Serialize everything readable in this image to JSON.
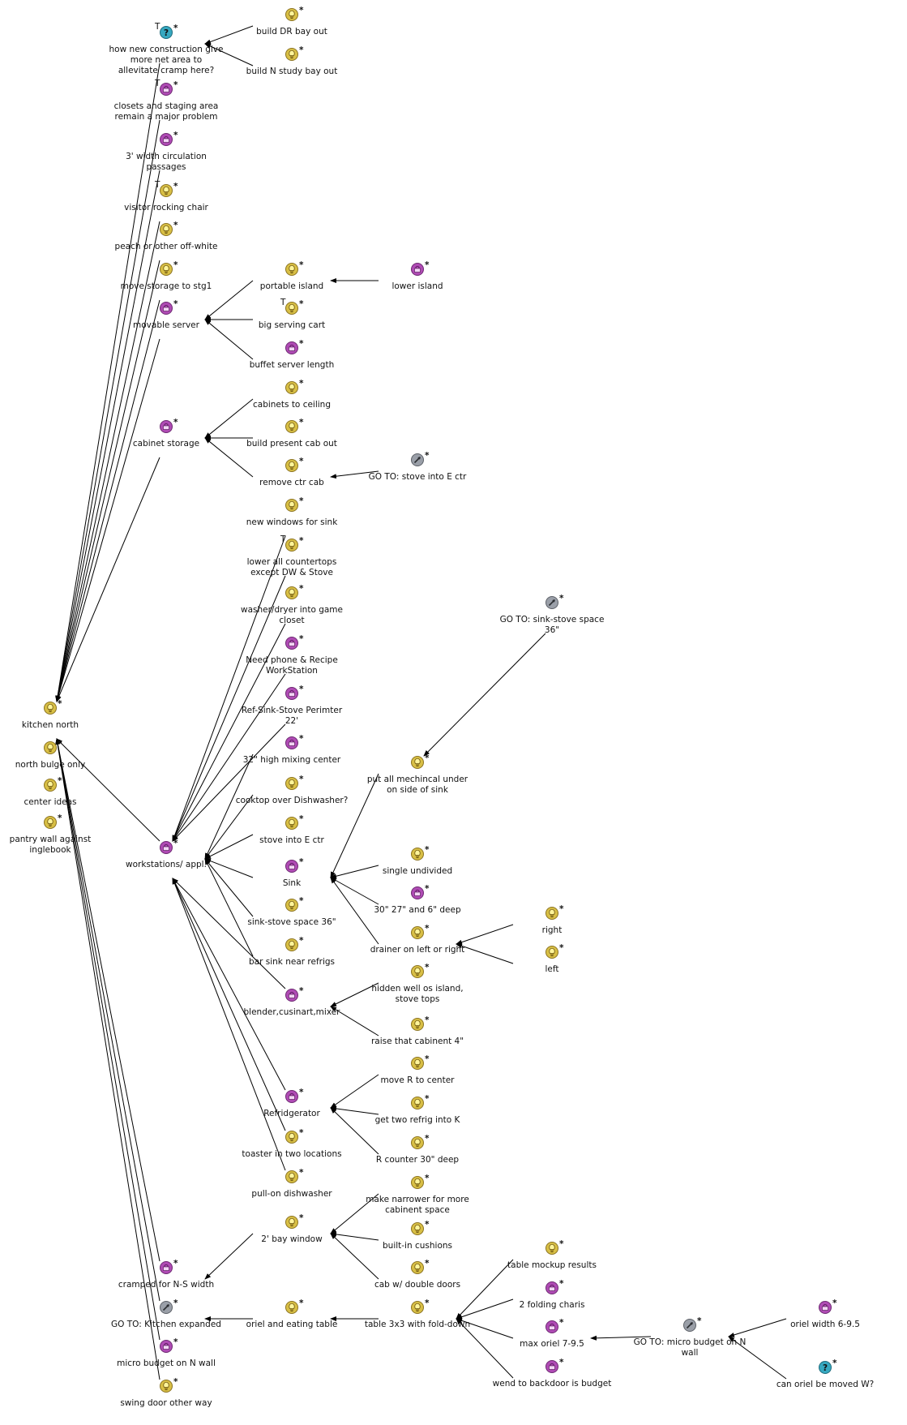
{
  "colors": {
    "idea": "#d8bf45",
    "idea_stroke": "#8c7422",
    "pro": "#b04bb5",
    "pro_stroke": "#6e2a72",
    "question": "#36a8c0",
    "question_stroke": "#1e6b7c",
    "reference": "#9a9fa8",
    "reference_stroke": "#5d6168",
    "star": "#1565c0",
    "edge": "#000000"
  },
  "nodes": [
    {
      "id": "n1",
      "icon": "question-icon",
      "lines": [
        "how new construction give",
        "more net area to",
        "allevitate cramp here?"
      ],
      "t": true
    },
    {
      "id": "n2",
      "icon": "idea-icon",
      "lines": [
        "build DR bay out"
      ]
    },
    {
      "id": "n3",
      "icon": "idea-icon",
      "lines": [
        "build N study bay out"
      ]
    },
    {
      "id": "n4",
      "icon": "pro-icon",
      "lines": [
        "closets and staging area",
        "remain a major problem"
      ],
      "t": true
    },
    {
      "id": "n5",
      "icon": "pro-icon",
      "lines": [
        "3' width circulation",
        "passages"
      ]
    },
    {
      "id": "n6",
      "icon": "idea-icon",
      "lines": [
        "visitor rocking chair"
      ],
      "t": true
    },
    {
      "id": "n7",
      "icon": "idea-icon",
      "lines": [
        "peach or other off-white"
      ]
    },
    {
      "id": "n8",
      "icon": "idea-icon",
      "lines": [
        "move storage to stg1"
      ]
    },
    {
      "id": "n9",
      "icon": "idea-icon",
      "lines": [
        "portable island"
      ]
    },
    {
      "id": "n10",
      "icon": "pro-icon",
      "lines": [
        "lower island"
      ]
    },
    {
      "id": "n11",
      "icon": "pro-icon",
      "lines": [
        "movable server"
      ]
    },
    {
      "id": "n12",
      "icon": "idea-icon",
      "lines": [
        "big serving cart"
      ],
      "t": true
    },
    {
      "id": "n13",
      "icon": "pro-icon",
      "lines": [
        "buffet server length"
      ]
    },
    {
      "id": "n14",
      "icon": "idea-icon",
      "lines": [
        "cabinets to ceiling"
      ]
    },
    {
      "id": "n15",
      "icon": "pro-icon",
      "lines": [
        "cabinet storage"
      ]
    },
    {
      "id": "n16",
      "icon": "idea-icon",
      "lines": [
        "build present cab out"
      ]
    },
    {
      "id": "n17",
      "icon": "idea-icon",
      "lines": [
        "remove ctr cab"
      ]
    },
    {
      "id": "n18",
      "icon": "reference-icon",
      "lines": [
        "GO TO: stove into E ctr"
      ]
    },
    {
      "id": "n19",
      "icon": "idea-icon",
      "lines": [
        "new windows for sink"
      ]
    },
    {
      "id": "n20",
      "icon": "idea-icon",
      "lines": [
        "lower all countertops",
        "except DW & Stove"
      ],
      "t": true
    },
    {
      "id": "n21",
      "icon": "idea-icon",
      "lines": [
        "washer/dryer into game",
        "closet"
      ]
    },
    {
      "id": "n22",
      "icon": "reference-icon",
      "lines": [
        "GO TO: sink-stove space",
        "36\""
      ]
    },
    {
      "id": "n23",
      "icon": "pro-icon",
      "lines": [
        "Need phone & Recipe",
        "WorkStation"
      ]
    },
    {
      "id": "n24",
      "icon": "pro-icon",
      "lines": [
        "Ref-Sink-Stove Perimter",
        "22'"
      ]
    },
    {
      "id": "n25",
      "icon": "idea-icon",
      "lines": [
        "kitchen north"
      ]
    },
    {
      "id": "n26",
      "icon": "pro-icon",
      "lines": [
        "32\" high mixing center"
      ]
    },
    {
      "id": "n27",
      "icon": "idea-icon",
      "lines": [
        "north bulge only"
      ]
    },
    {
      "id": "n28",
      "icon": "idea-icon",
      "lines": [
        "put all mechincal under",
        "on side of sink"
      ]
    },
    {
      "id": "n29",
      "icon": "idea-icon",
      "lines": [
        "center ideas"
      ]
    },
    {
      "id": "n30",
      "icon": "idea-icon",
      "lines": [
        "cooktop over Dishwasher?"
      ]
    },
    {
      "id": "n31",
      "icon": "idea-icon",
      "lines": [
        "pantry wall against",
        "inglebook"
      ]
    },
    {
      "id": "n32",
      "icon": "idea-icon",
      "lines": [
        "stove into E ctr"
      ]
    },
    {
      "id": "n33",
      "icon": "pro-icon",
      "lines": [
        "workstations/ appl."
      ]
    },
    {
      "id": "n34",
      "icon": "idea-icon",
      "lines": [
        "single undivided"
      ]
    },
    {
      "id": "n35",
      "icon": "pro-icon",
      "lines": [
        "Sink"
      ]
    },
    {
      "id": "n36",
      "icon": "pro-icon",
      "lines": [
        "30\"  27\" and 6\" deep"
      ]
    },
    {
      "id": "n37",
      "icon": "idea-icon",
      "lines": [
        "sink-stove space 36\""
      ]
    },
    {
      "id": "n38",
      "icon": "idea-icon",
      "lines": [
        "right"
      ]
    },
    {
      "id": "n39",
      "icon": "idea-icon",
      "lines": [
        "drainer on left or right"
      ]
    },
    {
      "id": "n40",
      "icon": "idea-icon",
      "lines": [
        "bar sink near refrigs"
      ]
    },
    {
      "id": "n41",
      "icon": "idea-icon",
      "lines": [
        "left"
      ]
    },
    {
      "id": "n42",
      "icon": "idea-icon",
      "lines": [
        "hidden well os island,",
        "stove tops"
      ]
    },
    {
      "id": "n43",
      "icon": "pro-icon",
      "lines": [
        "blender,cusinart,mixer"
      ]
    },
    {
      "id": "n44",
      "icon": "idea-icon",
      "lines": [
        "raise that cabinent 4\""
      ]
    },
    {
      "id": "n45",
      "icon": "idea-icon",
      "lines": [
        "move R to center"
      ]
    },
    {
      "id": "n46",
      "icon": "pro-icon",
      "lines": [
        "Refridgerator"
      ]
    },
    {
      "id": "n47",
      "icon": "idea-icon",
      "lines": [
        "get two refrig into K"
      ]
    },
    {
      "id": "n48",
      "icon": "idea-icon",
      "lines": [
        "toaster in two locations"
      ]
    },
    {
      "id": "n49",
      "icon": "idea-icon",
      "lines": [
        "R counter 30\" deep"
      ]
    },
    {
      "id": "n50",
      "icon": "idea-icon",
      "lines": [
        "pull-on dishwasher"
      ]
    },
    {
      "id": "n51",
      "icon": "idea-icon",
      "lines": [
        "make narrower for more",
        "cabinent space"
      ]
    },
    {
      "id": "n52",
      "icon": "idea-icon",
      "lines": [
        "2' bay window"
      ]
    },
    {
      "id": "n53",
      "icon": "idea-icon",
      "lines": [
        "built-in cushions"
      ]
    },
    {
      "id": "n54",
      "icon": "idea-icon",
      "lines": [
        "table mockup results"
      ]
    },
    {
      "id": "n55",
      "icon": "pro-icon",
      "lines": [
        "cramped for N-S width"
      ]
    },
    {
      "id": "n56",
      "icon": "idea-icon",
      "lines": [
        "cab w/ double doors"
      ]
    },
    {
      "id": "n57",
      "icon": "pro-icon",
      "lines": [
        "2 folding charis"
      ]
    },
    {
      "id": "n58",
      "icon": "reference-icon",
      "lines": [
        "GO TO: Kitchen expanded"
      ]
    },
    {
      "id": "n59",
      "icon": "idea-icon",
      "lines": [
        "oriel and eating table"
      ]
    },
    {
      "id": "n60",
      "icon": "idea-icon",
      "lines": [
        "table 3x3 with fold-down"
      ]
    },
    {
      "id": "n61",
      "icon": "pro-icon",
      "lines": [
        "oriel width 6-9.5"
      ]
    },
    {
      "id": "n62",
      "icon": "pro-icon",
      "lines": [
        "max oriel 7-9.5"
      ]
    },
    {
      "id": "n63",
      "icon": "reference-icon",
      "lines": [
        "GO TO: micro budget on N",
        "wall"
      ]
    },
    {
      "id": "n64",
      "icon": "pro-icon",
      "lines": [
        "micro budget on N wall"
      ]
    },
    {
      "id": "n65",
      "icon": "pro-icon",
      "lines": [
        "wend to backdoor is budget"
      ]
    },
    {
      "id": "n66",
      "icon": "question-icon",
      "lines": [
        "can oriel be moved W?"
      ]
    },
    {
      "id": "n67",
      "icon": "idea-icon",
      "lines": [
        "swing door other way"
      ]
    }
  ]
}
